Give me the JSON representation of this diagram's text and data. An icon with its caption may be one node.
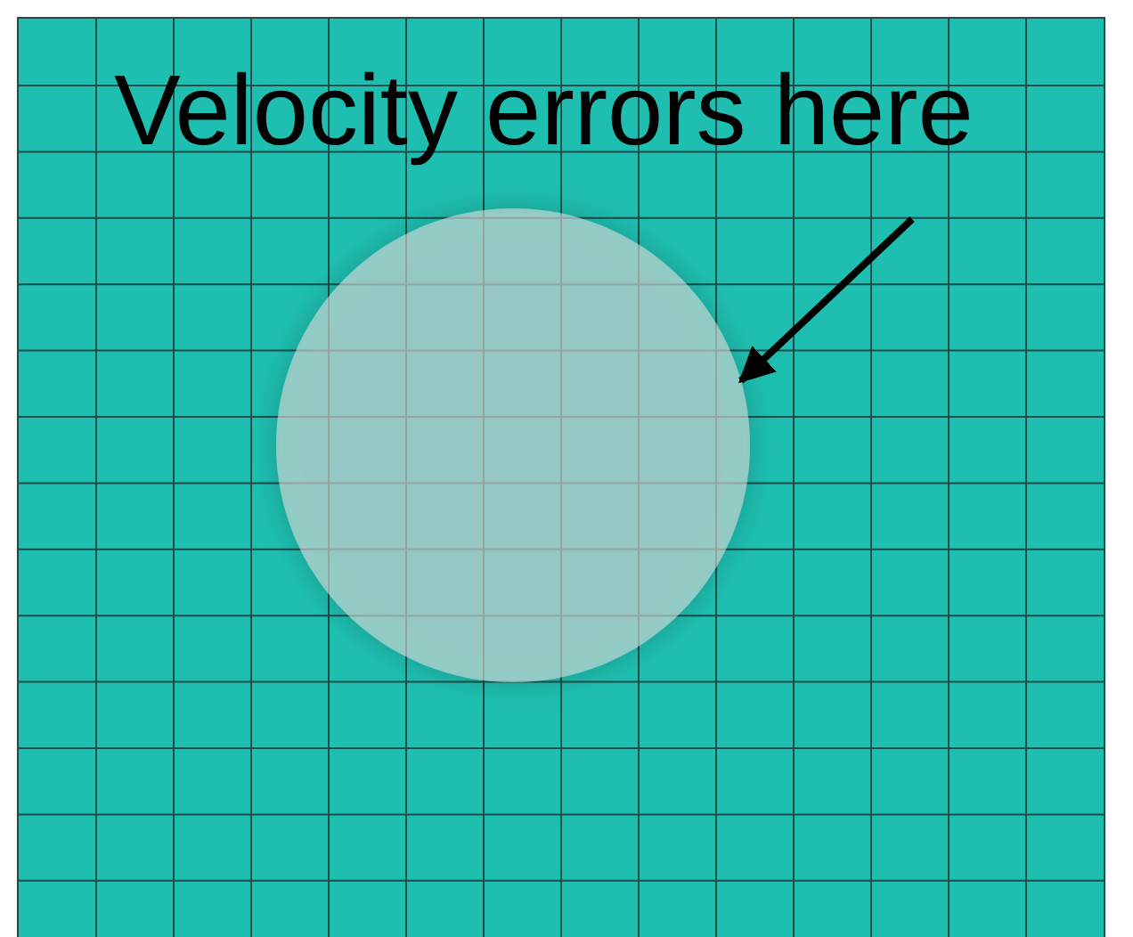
{
  "diagram": {
    "nodes": [
      {
        "text": [
          "Velocity errors here"
        ]
      },
      {
        "text": [],
        "shape": "circle"
      }
    ],
    "edges": [
      {
        "from": 0,
        "to": 1,
        "arrow": "to"
      }
    ]
  }
}
